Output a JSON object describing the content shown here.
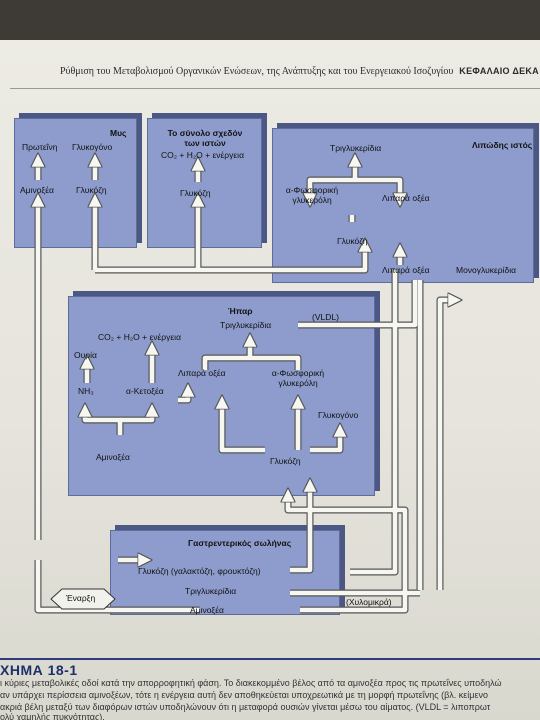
{
  "header": {
    "running_title": "Ρύθμιση του Μεταβολισμού Οργανικών Ενώσεων, της Ανάπτυξης και του Ενεργειακού Ισοζυγίου",
    "chapter": "ΚΕΦΑΛΑΙΟ ΔΕΚΑ"
  },
  "diagram": {
    "muscle": {
      "title": "Μυς",
      "protein": "Πρωτεΐνη",
      "glycogen": "Γλυκογόνο",
      "amino_acids": "Αμινοξέα",
      "glucose": "Γλυκόζη"
    },
    "all_tissues": {
      "title_line1": "Το σύνολο σχεδόν",
      "title_line2": "των ιστών",
      "energy": "CO₂ + H₂O + ενέργεια",
      "glucose": "Γλυκόζη"
    },
    "adipose": {
      "title": "Λιπώδης ιστός",
      "triglycerides": "Τριγλυκερίδια",
      "glycerol_phosphate_line1": "α-Φωσφορική",
      "glycerol_phosphate_line2": "γλυκερόλη",
      "fatty_acids": "Λιπαρά οξέα",
      "glucose": "Γλυκόζη"
    },
    "outside": {
      "fatty_acids": "Λιπαρά οξέα",
      "monoglycerides": "Μονογλυκερίδια",
      "vldl": "(VLDL)",
      "chylomicrons": "(Χυλομικρά)",
      "start": "Έναρξη"
    },
    "liver": {
      "title": "Ήπαρ",
      "triglycerides": "Τριγλυκερίδια",
      "energy": "CO₂ + H₂O + ενέργεια",
      "urea": "Ουρία",
      "nh3": "NH₃",
      "keto_acids": "α-Κετοξέα",
      "fatty_acids": "Λιπαρά οξέα",
      "glycerol_phosphate_line1": "α-Φωσφορική",
      "glycerol_phosphate_line2": "γλυκερόλη",
      "glycogen": "Γλυκογόνο",
      "amino_acids": "Αμινοξέα",
      "glucose": "Γλυκόζη"
    },
    "gi_tract": {
      "title": "Γαστρεντερικός σωλήνας",
      "glucose": "Γλυκόζη (γαλακτόζη, φρουκτόζη)",
      "triglycerides": "Τριγλυκερίδια",
      "amino_acids": "Αμινοξέα"
    }
  },
  "caption": {
    "number": "ΧΗΜΑ 18-1",
    "line1": "ι κύριες μεταβολικές οδοί κατά την απορροφητική φάση. Το διακεκομμένο βέλος από τα αμινοξέα προς τις πρωτεΐνες υποδηλώ",
    "line2": "αν υπάρχει περίσσεια αμινοξέων, τότε η ενέργεια αυτή δεν αποθηκεύεται υποχρεωτικά με τη μορφή πρωτεΐνης (βλ. κείμενο",
    "line3": "ακριά βέλη μεταξύ των διαφόρων ιστών υποδηλώνουν ότι η μεταφορά ουσιών γίνεται μέσω του αίματος. (VLDL = λιποπρωτ",
    "line4": "ολύ χαμηλής πυκνότητας)."
  }
}
